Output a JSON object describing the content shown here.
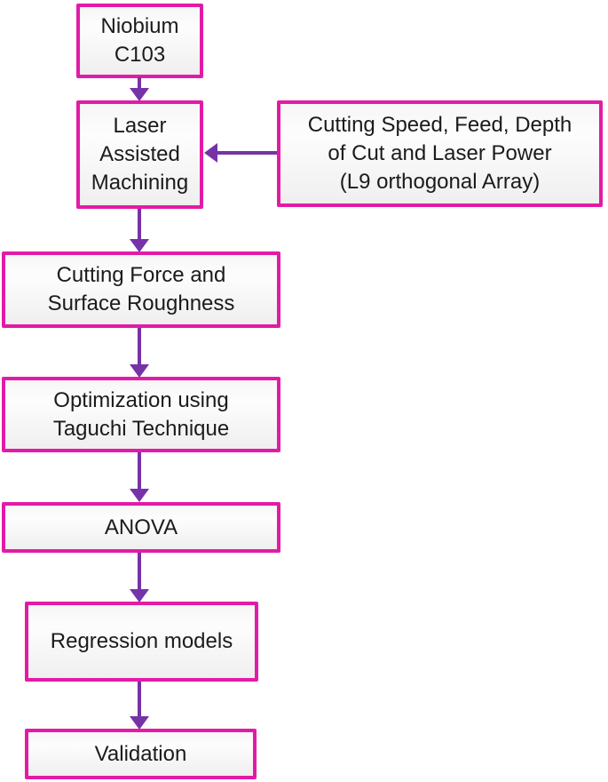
{
  "figure": {
    "type": "flowchart",
    "description": "Experimental methodology flowchart for laser assisted machining of Niobium C103"
  },
  "colors": {
    "box_border": "#E21BA6",
    "box_fill_top": "#F6F6F6",
    "box_fill_bottom": "#EFEFEF",
    "arrow": "#7633A8",
    "text": "#1B1B1B",
    "background": "#FFFFFF"
  },
  "nodes": [
    {
      "id": "niobium",
      "label": "Niobium\nC103"
    },
    {
      "id": "lam",
      "label": "Laser\nAssisted\nMachining"
    },
    {
      "id": "params",
      "label": "Cutting Speed, Feed, Depth\nof Cut and Laser Power\n(L9 orthogonal Array)"
    },
    {
      "id": "outputs",
      "label": "Cutting Force and\nSurface Roughness"
    },
    {
      "id": "optimization",
      "label": "Optimization using\nTaguchi Technique"
    },
    {
      "id": "anova",
      "label": "ANOVA"
    },
    {
      "id": "regression",
      "label": "Regression models"
    },
    {
      "id": "validation",
      "label": "Validation"
    }
  ],
  "edges": [
    {
      "from": "niobium",
      "to": "lam",
      "direction": "down"
    },
    {
      "from": "params",
      "to": "lam",
      "direction": "left"
    },
    {
      "from": "lam",
      "to": "outputs",
      "direction": "down"
    },
    {
      "from": "outputs",
      "to": "optimization",
      "direction": "down"
    },
    {
      "from": "optimization",
      "to": "anova",
      "direction": "down"
    },
    {
      "from": "anova",
      "to": "regression",
      "direction": "down"
    },
    {
      "from": "regression",
      "to": "validation",
      "direction": "down"
    }
  ]
}
